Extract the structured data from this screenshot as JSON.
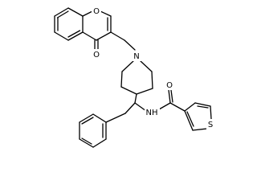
{
  "molecule": {
    "atoms": {
      "ring_o": "O",
      "carbonyl_o": "O",
      "piperidine_n": "N",
      "amide_o": "O",
      "amide_nh": "NH",
      "thiophene_s": "S"
    },
    "colors": {
      "bond": "#000000",
      "label": "#000000",
      "background": "#ffffff"
    }
  }
}
